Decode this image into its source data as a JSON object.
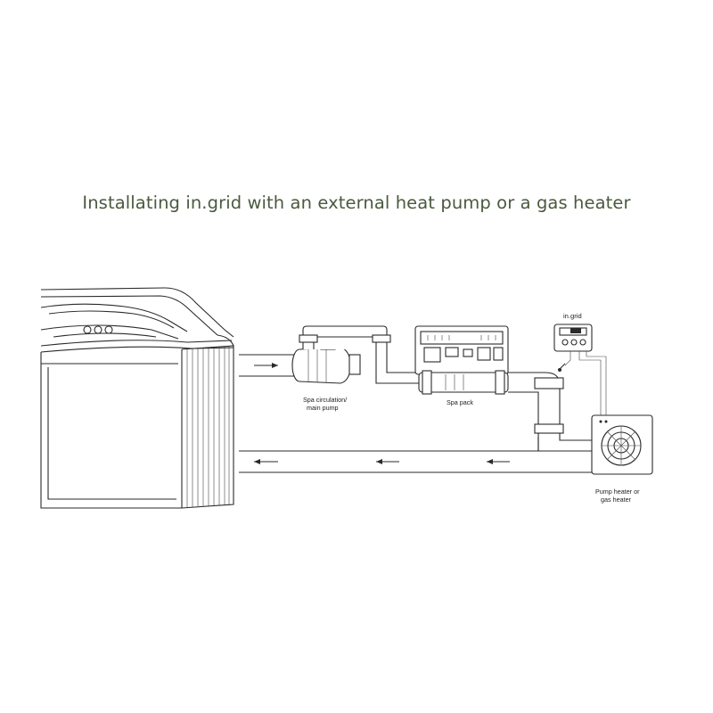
{
  "title": "Installating in.grid with an external heat pump or a gas heater",
  "labels": {
    "ingrid": "in.grid",
    "pump_line1": "Spa circulation/",
    "pump_line2": "main pump",
    "spa_pack": "Spa pack",
    "heater_line1": "Pump heater or",
    "heater_line2": "gas heater"
  }
}
